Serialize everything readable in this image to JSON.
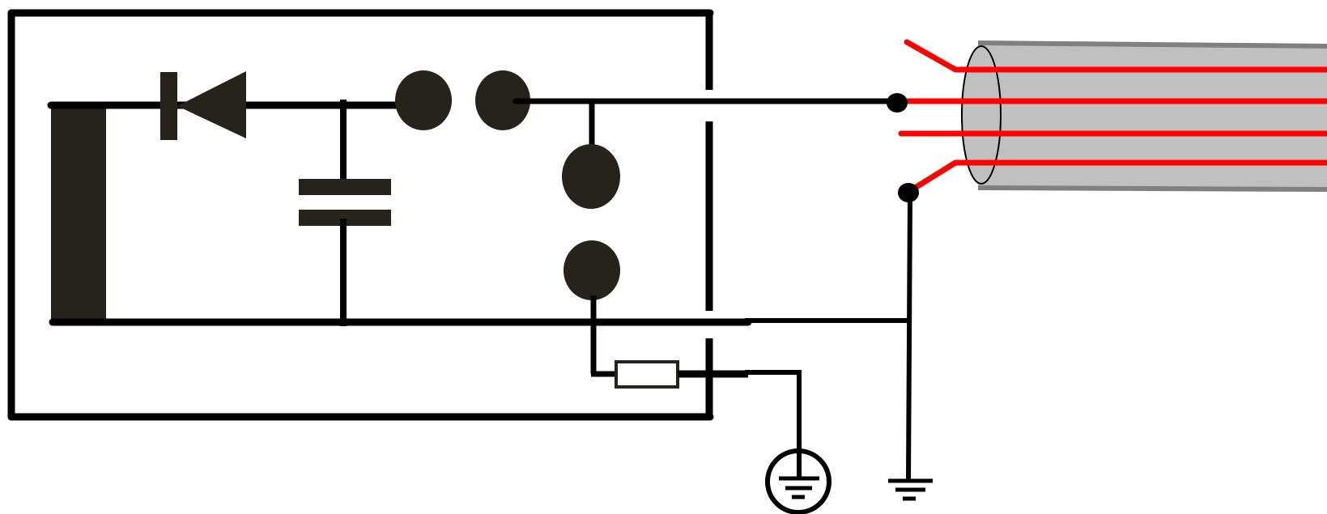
{
  "colors": {
    "wire": "#000000",
    "component_fill": "#26231d",
    "cable_body": "#c0c0c0",
    "cable_edge": "#808080",
    "conductor": "#ff0000",
    "background": "#ffffff"
  },
  "components": [
    {
      "name": "voltage-source-bar",
      "icon": "rectangle"
    },
    {
      "name": "diode",
      "icon": "triangle-with-bar"
    },
    {
      "name": "capacitor",
      "icon": "two-parallel-plates"
    },
    {
      "name": "spark-gap-upper",
      "icon": "two-spheres"
    },
    {
      "name": "spark-gap-lower",
      "icon": "two-spheres"
    },
    {
      "name": "resistor",
      "icon": "hollow-rectangle"
    },
    {
      "name": "ground-symbol-circled",
      "icon": "ground-in-circle"
    },
    {
      "name": "ground-symbol-cable-shield",
      "icon": "ground"
    },
    {
      "name": "coaxial-cable",
      "icon": "cylinder-with-conductors"
    }
  ]
}
